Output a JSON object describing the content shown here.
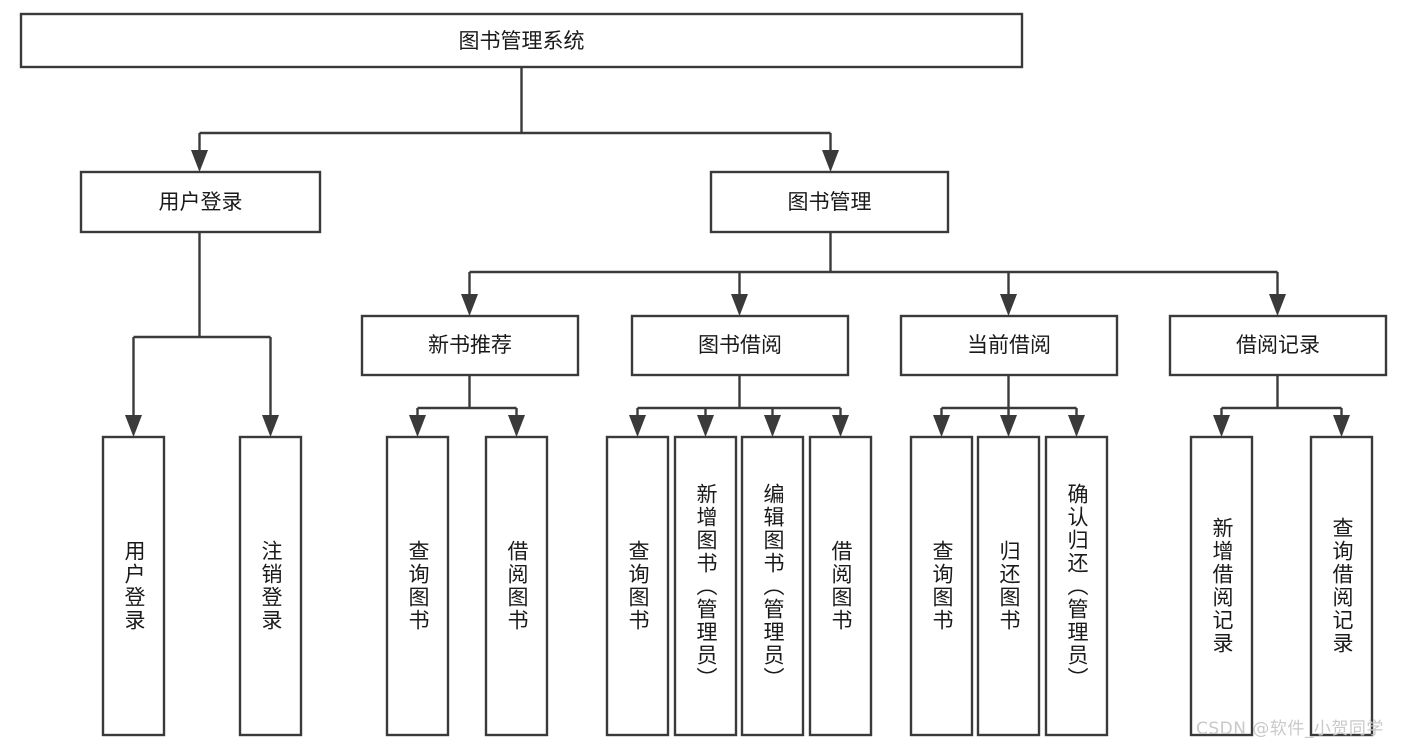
{
  "diagram": {
    "type": "tree-hierarchy",
    "title": "图书管理系统",
    "watermark": "CSDN @软件_小贺同学",
    "colors": {
      "background": "#ffffff",
      "stroke": "#3a3a3a",
      "box_fill": "#ffffff",
      "text": "#1a1a1a",
      "watermark": "#c9c9c9"
    },
    "levels": {
      "level1": [
        {
          "id": "root",
          "label": "图书管理系统",
          "orientation": "horizontal"
        }
      ],
      "level2": [
        {
          "id": "user-login",
          "label": "用户登录",
          "orientation": "horizontal",
          "parent": "root"
        },
        {
          "id": "book-manage",
          "label": "图书管理",
          "orientation": "horizontal",
          "parent": "root"
        }
      ],
      "level3": [
        {
          "id": "new-book-rec",
          "label": "新书推荐",
          "orientation": "horizontal",
          "parent": "book-manage"
        },
        {
          "id": "book-borrow",
          "label": "图书借阅",
          "orientation": "horizontal",
          "parent": "book-manage"
        },
        {
          "id": "current-borrow",
          "label": "当前借阅",
          "orientation": "horizontal",
          "parent": "book-manage"
        },
        {
          "id": "borrow-record",
          "label": "借阅记录",
          "orientation": "horizontal",
          "parent": "book-manage"
        }
      ],
      "leaves": [
        {
          "id": "leaf-user-login",
          "label": "用户登录",
          "orientation": "vertical",
          "parent": "user-login"
        },
        {
          "id": "leaf-logout",
          "label": "注销登录",
          "orientation": "vertical",
          "parent": "user-login"
        },
        {
          "id": "leaf-query-book-1",
          "label": "查询图书",
          "orientation": "vertical",
          "parent": "new-book-rec"
        },
        {
          "id": "leaf-borrow-book-1",
          "label": "借阅图书",
          "orientation": "vertical",
          "parent": "new-book-rec"
        },
        {
          "id": "leaf-query-book-2",
          "label": "查询图书",
          "orientation": "vertical",
          "parent": "book-borrow"
        },
        {
          "id": "leaf-add-book",
          "label": "新增图书（管理员）",
          "orientation": "vertical",
          "parent": "book-borrow"
        },
        {
          "id": "leaf-edit-book",
          "label": "编辑图书（管理员）",
          "orientation": "vertical",
          "parent": "book-borrow"
        },
        {
          "id": "leaf-borrow-book-2",
          "label": "借阅图书",
          "orientation": "vertical",
          "parent": "book-borrow"
        },
        {
          "id": "leaf-query-book-3",
          "label": "查询图书",
          "orientation": "vertical",
          "parent": "current-borrow"
        },
        {
          "id": "leaf-return-book",
          "label": "归还图书",
          "orientation": "vertical",
          "parent": "current-borrow"
        },
        {
          "id": "leaf-confirm-return",
          "label": "确认归还（管理员）",
          "orientation": "vertical",
          "parent": "current-borrow"
        },
        {
          "id": "leaf-add-record",
          "label": "新增借阅记录",
          "orientation": "vertical",
          "parent": "borrow-record"
        },
        {
          "id": "leaf-query-record",
          "label": "查询借阅记录",
          "orientation": "vertical",
          "parent": "borrow-record"
        }
      ]
    }
  }
}
